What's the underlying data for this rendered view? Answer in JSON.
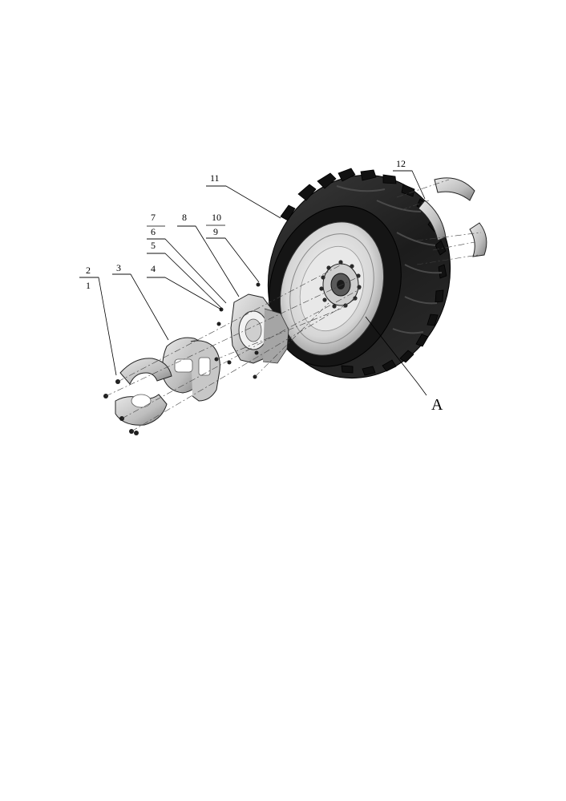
{
  "callouts": {
    "c1": "1",
    "c2": "2",
    "c3": "3",
    "c4": "4",
    "c5": "5",
    "c6": "6",
    "c7": "7",
    "c8": "8",
    "c9": "9",
    "c10": "10",
    "c11": "11",
    "c12": "12",
    "view_a": "A"
  }
}
